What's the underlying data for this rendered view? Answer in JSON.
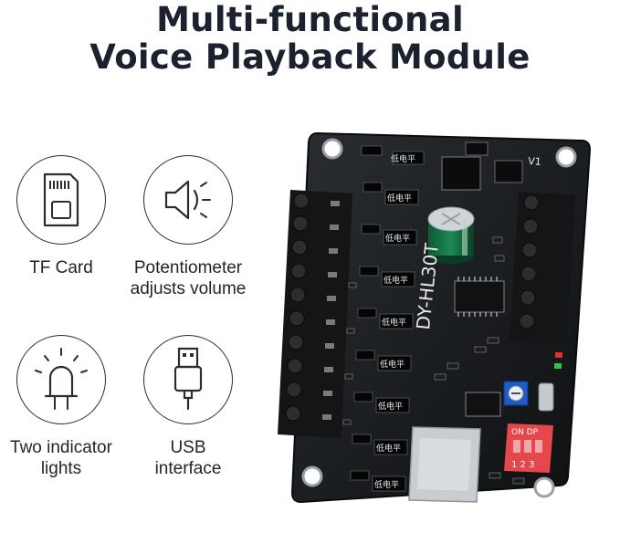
{
  "title": {
    "line1": "Multi-functional",
    "line2": "Voice Playback Module"
  },
  "features": [
    {
      "icon": "tf-card-icon",
      "label_lines": [
        "TF Card"
      ]
    },
    {
      "icon": "speaker-icon",
      "label_lines": [
        "Potentiometer",
        "adjusts volume"
      ]
    },
    {
      "icon": "indicator-light-icon",
      "label_lines": [
        "Two indicator",
        "lights"
      ]
    },
    {
      "icon": "usb-plug-icon",
      "label_lines": [
        "USB",
        "interface"
      ]
    }
  ],
  "board": {
    "model": "DY-HL30T",
    "chip_label": "低电平",
    "silkscreen_v1": "V1",
    "dip_label": "ON DP",
    "dip_numbers": "1 2 3",
    "pcb_color": "#15171a"
  }
}
